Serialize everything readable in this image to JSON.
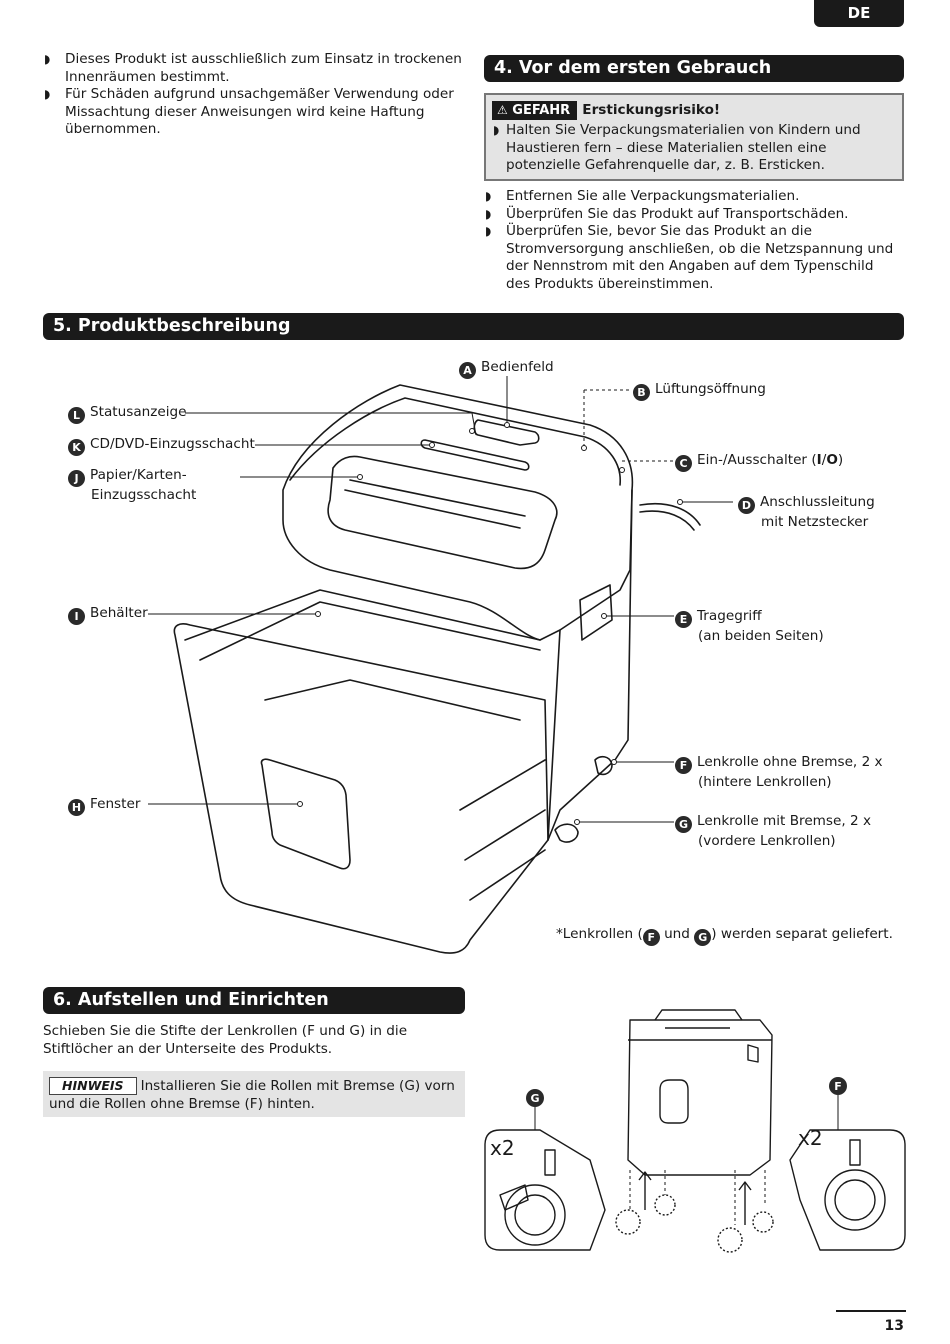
{
  "lang": "DE",
  "intro_bullets": [
    "Dieses Produkt ist ausschließlich zum Einsatz in trockenen Innenräumen bestimmt.",
    "Für Schäden aufgrund unsachgemäßer Verwendung oder Missachtung dieser Anweisungen wird keine Haftung übernommen."
  ],
  "section4": {
    "title": "4. Vor dem ersten Gebrauch",
    "danger_label": "GEFAHR",
    "danger_title": "Erstickungsrisiko!",
    "danger_text": "Halten Sie Verpackungsmaterialien von Kindern und Haustieren fern – diese Materialien stellen eine potenzielle Gefahrenquelle dar, z. B. Ersticken.",
    "bullets": [
      "Entfernen Sie alle Verpackungsmaterialien.",
      "Überprüfen Sie das Produkt auf Transportschäden.",
      "Überprüfen Sie, bevor Sie das Produkt an die Stromversorgung anschließen, ob die Netzspannung und der Nennstrom mit den Angaben auf dem Typenschild des Produkts übereinstimmen."
    ]
  },
  "section5": {
    "title": "5. Produktbeschreibung",
    "parts": {
      "A": "Bedienfeld",
      "B": "Lüftungsöffnung",
      "C_pre": "Ein-/Ausschalter (",
      "C_i": "I",
      "C_slash": "/",
      "C_o": "O",
      "C_post": ")",
      "D1": "Anschlussleitung",
      "D2": "mit Netzstecker",
      "E1": "Tragegriff",
      "E2": "(an beiden Seiten)",
      "F1": "Lenkrolle ohne Bremse, 2 x",
      "F2": "(hintere Lenkrollen)",
      "G1": "Lenkrolle mit Bremse, 2 x",
      "G2": "(vordere Lenkrollen)",
      "H": "Fenster",
      "I": "Behälter",
      "J1": "Papier/Karten-",
      "J2": "Einzugsschacht",
      "K": "CD/DVD-Einzugsschacht",
      "L": "Statusanzeige"
    },
    "letters": [
      "A",
      "B",
      "C",
      "D",
      "E",
      "F",
      "G",
      "H",
      "I",
      "J",
      "K",
      "L"
    ],
    "footnote_pre": "*Lenkrollen (",
    "footnote_mid": " und ",
    "footnote_post": ") werden separat geliefert."
  },
  "section6": {
    "title": "6. Aufstellen und Einrichten",
    "text": "Schieben Sie die Stifte der Lenkrollen (F und G) in die Stiftlöcher an der Unterseite des Produkts.",
    "note_label": "HINWEIS",
    "note_text": "Installieren Sie die Rollen mit Bremse (G) vorn und die Rollen ohne Bremse (F) hinten.",
    "qty_left": "x2",
    "qty_right": "x2"
  },
  "page_number": "13"
}
